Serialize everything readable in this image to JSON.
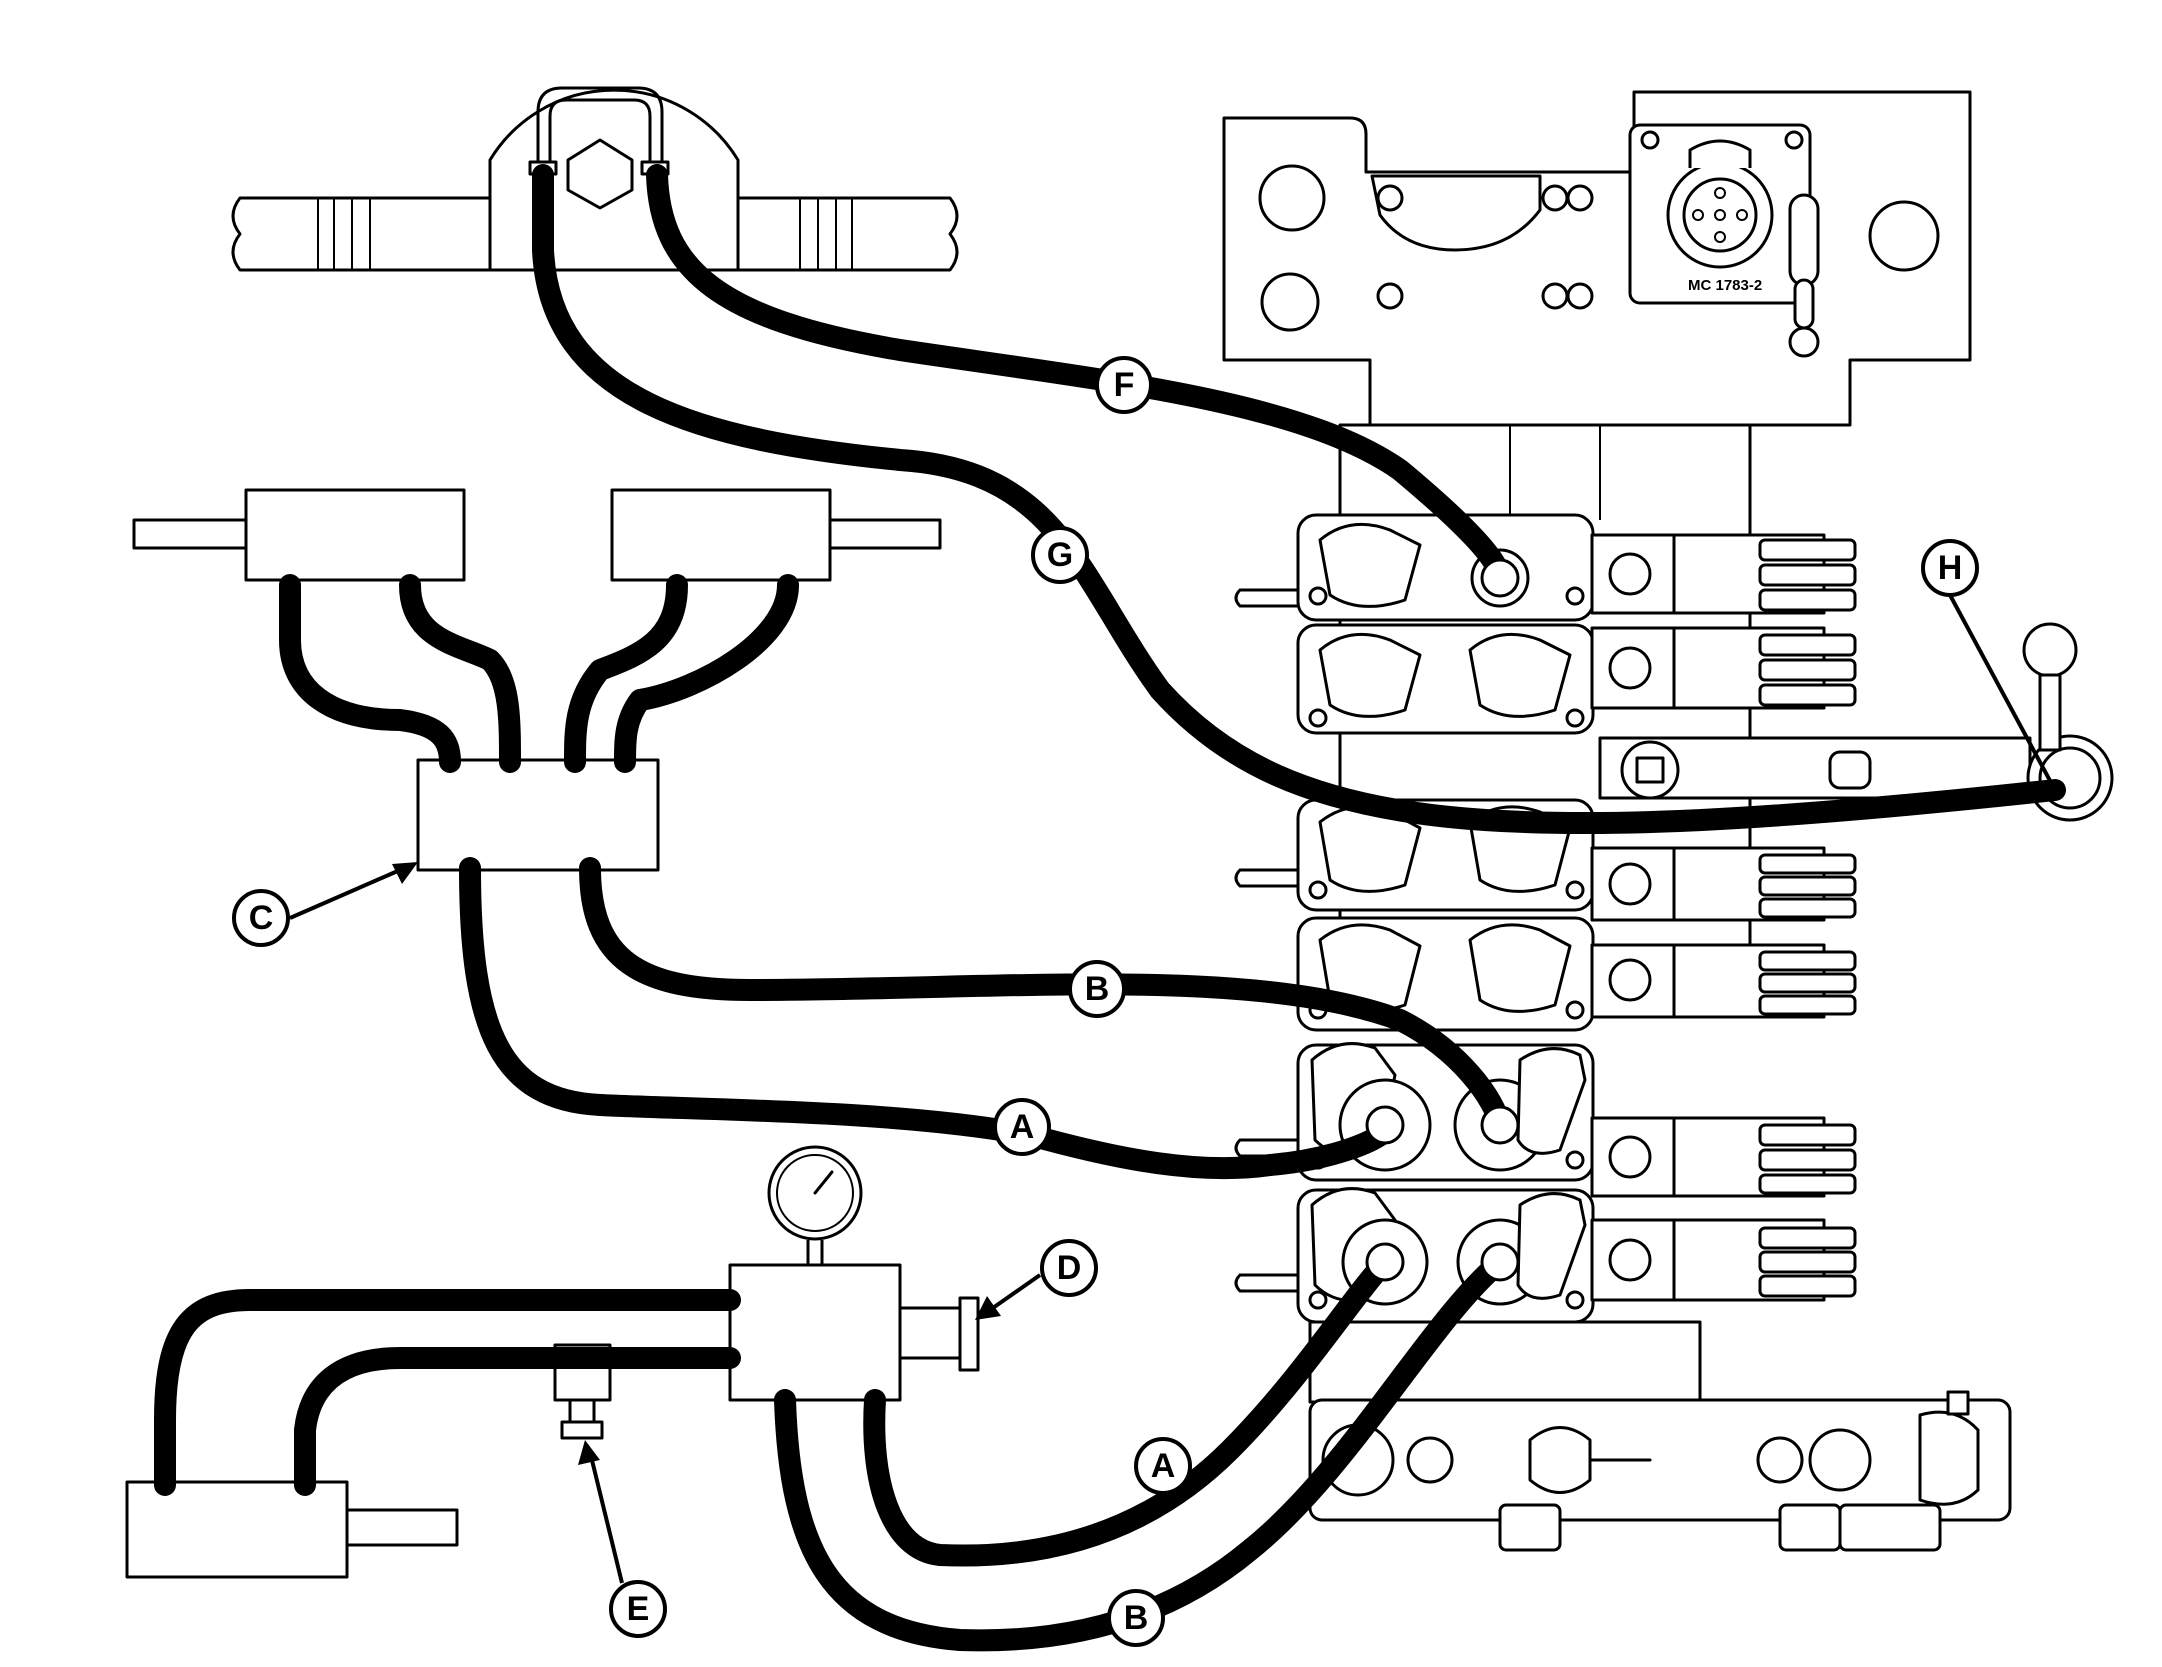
{
  "diagram": {
    "valve_plate_text": "MC 1783-2",
    "callouts": [
      {
        "id": "A1",
        "label": "A"
      },
      {
        "id": "A2",
        "label": "A"
      },
      {
        "id": "B1",
        "label": "B"
      },
      {
        "id": "B2",
        "label": "B"
      },
      {
        "id": "C",
        "label": "C"
      },
      {
        "id": "D",
        "label": "D"
      },
      {
        "id": "E",
        "label": "E"
      },
      {
        "id": "F",
        "label": "F"
      },
      {
        "id": "G",
        "label": "G"
      },
      {
        "id": "H",
        "label": "H"
      }
    ]
  }
}
